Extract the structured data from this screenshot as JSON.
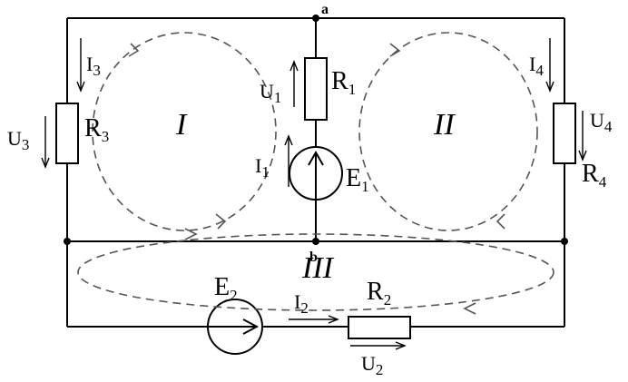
{
  "nodes": {
    "a": "a",
    "b": "b"
  },
  "components": {
    "R1": {
      "letter": "R",
      "index": "1"
    },
    "R2": {
      "letter": "R",
      "index": "2"
    },
    "R3": {
      "letter": "R",
      "index": "3"
    },
    "R4": {
      "letter": "R",
      "index": "4"
    },
    "E1": {
      "letter": "E",
      "index": "1"
    },
    "E2": {
      "letter": "E",
      "index": "2"
    }
  },
  "currents": {
    "I1": {
      "letter": "I",
      "index": "1"
    },
    "I2": {
      "letter": "I",
      "index": "2"
    },
    "I3": {
      "letter": "I",
      "index": "3"
    },
    "I4": {
      "letter": "I",
      "index": "4"
    }
  },
  "voltages": {
    "U1": {
      "letter": "U",
      "index": "1"
    },
    "U2": {
      "letter": "U",
      "index": "2"
    },
    "U3": {
      "letter": "U",
      "index": "3"
    },
    "U4": {
      "letter": "U",
      "index": "4"
    }
  },
  "loops": {
    "I": "I",
    "II": "II",
    "III": "III"
  }
}
